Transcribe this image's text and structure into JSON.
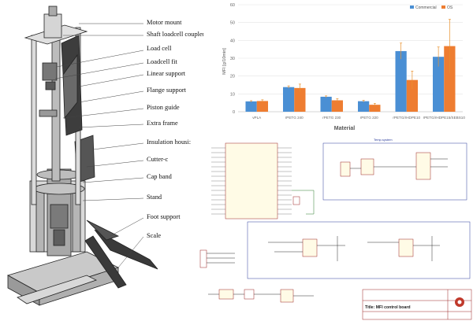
{
  "cad": {
    "labels": [
      "Motor mount",
      "Shaft loadcell coupler",
      "Load cell",
      "Loadcell fit",
      "Linear support",
      "Flange support",
      "Piston guide",
      "Extra frame",
      "Insulation housi:",
      "Cutter-c",
      "Cap band",
      "Stand",
      "Foot support",
      "Scale"
    ]
  },
  "chart_data": {
    "type": "bar",
    "categories": [
      "vPLA",
      "rPETG 240",
      "rPETG 230",
      "rPETG 220",
      "rPETG/rHDPE10",
      "rPETG/rHDPE15/SEBS10"
    ],
    "series": [
      {
        "name": "Commercial",
        "values": [
          5.8,
          13.8,
          8.4,
          5.9,
          34.0,
          30.8
        ]
      },
      {
        "name": "OS",
        "values": [
          6.0,
          13.3,
          6.4,
          3.9,
          17.8,
          36.8
        ]
      }
    ],
    "errors": [
      [
        0.4,
        0.7,
        0.5,
        0.5,
        4.5,
        5.5
      ],
      [
        0.7,
        2.2,
        0.9,
        0.8,
        5.0,
        15.0
      ]
    ],
    "ylabel": "MFI [g/10min]",
    "xlabel": "Material",
    "ylim": [
      0,
      60
    ],
    "yticks": [
      0,
      10,
      20,
      30,
      40,
      50,
      60
    ],
    "legend": "top-right",
    "grid": true,
    "colors": {
      "Commercial": "#4a8fd4",
      "OS": "#ee7d31"
    }
  },
  "schematic": {
    "block_title": "Temp.system",
    "title_line": "Title: MFI control board"
  }
}
